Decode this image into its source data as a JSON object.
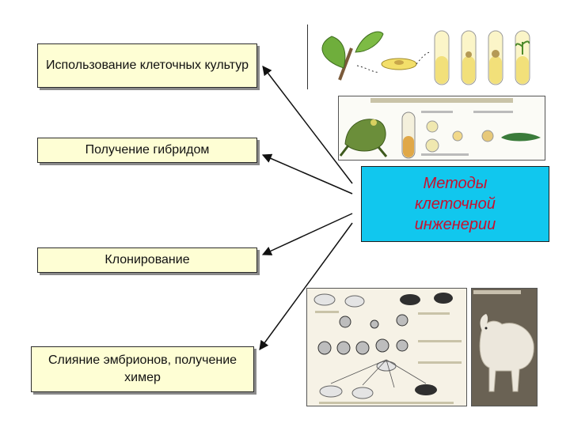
{
  "boxes": {
    "cell_cultures": "Использование клеточных культур",
    "hybrids": "Получение гибридом",
    "cloning": "Клонирование",
    "chimeras": "Слияние эмбрионов, получение химер"
  },
  "center": {
    "title": "Методы\nклеточной\nинженерии"
  },
  "colors": {
    "box_fill": "#fefed4",
    "center_fill": "#11c7ee",
    "center_text": "#c8102e"
  }
}
